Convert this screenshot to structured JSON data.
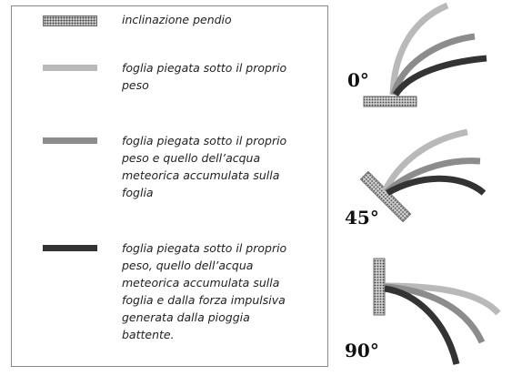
{
  "legend": {
    "items": [
      {
        "kind": "pattern",
        "label": "inclinazione pendio"
      },
      {
        "kind": "line",
        "color": "#b9b9b9",
        "label": "foglia piegata sotto il proprio\npeso"
      },
      {
        "kind": "line",
        "color": "#8c8c8c",
        "label": "foglia piegata sotto il proprio\npeso e  quello dell’acqua\nmeteorica accumulata sulla\nfoglia"
      },
      {
        "kind": "line",
        "color": "#333333",
        "label": "foglia piegata sotto il proprio\npeso, quello dell’acqua\nmeteorica accumulata sulla\nfoglia  e dalla  forza impulsiva\ngenerata dalla pioggia\nbattente."
      }
    ]
  },
  "angles": [
    {
      "label": "0°",
      "slope_deg": 0
    },
    {
      "label": "45°",
      "slope_deg": 45
    },
    {
      "label": "90°",
      "slope_deg": 90
    }
  ],
  "colors": {
    "light": "#b9b9b9",
    "medium": "#8c8c8c",
    "dark": "#333333",
    "slope_fill": "#cfcfcf",
    "slope_dots": "#444444"
  }
}
